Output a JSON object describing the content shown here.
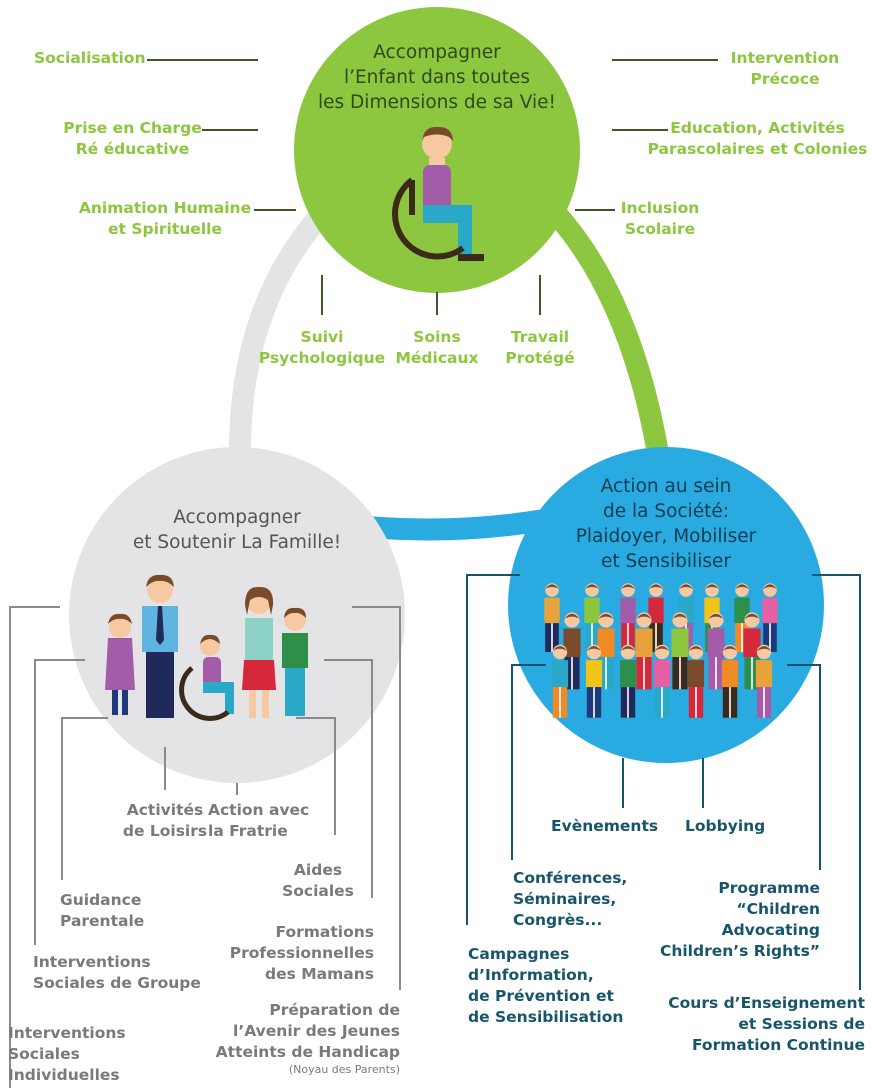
{
  "colors": {
    "green": "#8dc63f",
    "gray_circle": "#e4e4e6",
    "blue": "#29abe2",
    "teal_text": "#17556b",
    "gray_text": "#7a7a7a"
  },
  "top": {
    "title": "Accompagner\nl’Enfant dans toutes\nles Dimensions de sa Vie!",
    "icon": "wheelchair-person-icon",
    "items": {
      "socialisation": "Socialisation",
      "prise": "Prise en Charge\nRé éducative",
      "animation": "Animation Humaine\net Spirituelle",
      "intervention": "Intervention\nPrécoce",
      "education": "Education, Activités\nParascolaires et Colonies",
      "inclusion": "Inclusion\nScolaire",
      "suivi": "Suivi\nPsychologique",
      "soins": "Soins\nMédicaux",
      "travail": "Travail\nProtégé"
    }
  },
  "left": {
    "title": "Accompagner\net Soutenir La Famille!",
    "icon": "family-icon",
    "items": {
      "activites": "Activités\nde Loisirs",
      "fratrie": "Action avec\nla Fratrie",
      "aides": "Aides\nSociales",
      "guidance": "Guidance\nParentale",
      "formations": "Formations\nProfessionnelles\ndes Mamans",
      "groupe": "Interventions\nSociales de Groupe",
      "preparation": "Préparation de\nl’Avenir des Jeunes\nAtteints de Handicap",
      "preparation_note": "(Noyau des Parents)",
      "individuelles": "Interventions\nSociales\nIndividuelles"
    }
  },
  "right": {
    "title": "Action au sein\nde la Société:\nPlaidoyer, Mobiliser\net Sensibiliser",
    "icon": "crowd-icon",
    "items": {
      "evenements": "Evènements",
      "lobbying": "Lobbying",
      "conferences": "Conférences,\nSéminaires,\nCongrès...",
      "programme": "Programme\n“Children\nAdvocating\nChildren’s Rights”",
      "campagnes": "Campagnes\nd’Information,\nde Prévention et\nde Sensibilisation",
      "cours": "Cours d’Enseignement\net Sessions de\nFormation Continue"
    }
  }
}
